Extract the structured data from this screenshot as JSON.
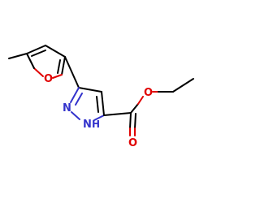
{
  "molecule": {
    "atom_labels": {
      "furan_oxygen": "O",
      "carbonyl_oxygen": "O",
      "ester_oxygen": "O",
      "pyrazole_n1": "N",
      "pyrazole_nh": "N",
      "nh_hydrogen": "H"
    },
    "colors": {
      "carbon_bond": "#000000",
      "oxygen": "#e00000",
      "nitrogen": "#3333cc"
    }
  }
}
